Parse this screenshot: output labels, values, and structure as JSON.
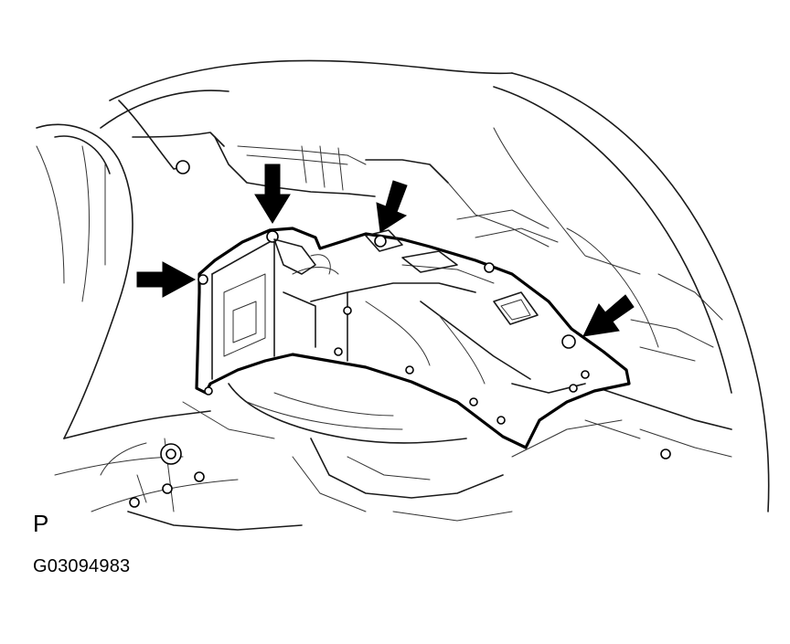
{
  "labels": {
    "view_letter": "P",
    "figure_code": "G03094983"
  },
  "arrows": [
    {
      "name": "arrow-top-left-bolt"
    },
    {
      "name": "arrow-top-center-bolt"
    },
    {
      "name": "arrow-left-edge-bolt"
    },
    {
      "name": "arrow-right-bolt"
    }
  ],
  "colors": {
    "line": "#000000",
    "background": "#ffffff"
  }
}
